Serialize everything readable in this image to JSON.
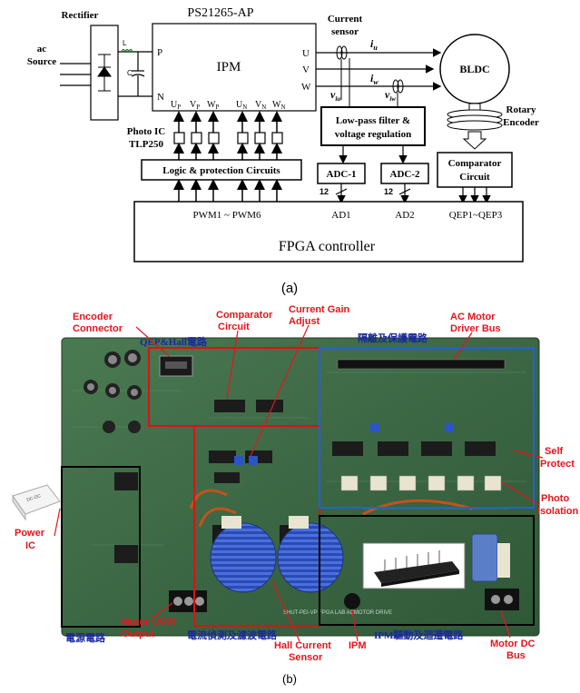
{
  "diagram_a": {
    "caption": "(a)",
    "rectifier_label": "Rectifier",
    "ac_label_1": "ac",
    "ac_label_2": "Source",
    "inductor_label": "L",
    "capacitor_label": "C",
    "ipm_model": "PS21265-AP",
    "ipm_label": "IPM",
    "pin_p": "P",
    "pin_n": "N",
    "pin_u": "U",
    "pin_v": "V",
    "pin_w": "W",
    "gate_pins": [
      "U",
      "V",
      "W",
      "U",
      "V",
      "W"
    ],
    "gate_subs": [
      "P",
      "P",
      "P",
      "N",
      "N",
      "N"
    ],
    "current_sensor_1": "Current",
    "current_sensor_2": "sensor",
    "iu": "i",
    "iu_sub": "u",
    "iw": "i",
    "iw_sub": "w",
    "viu": "v",
    "viu_sub": "iu",
    "viw": "v",
    "viw_sub": "iw",
    "motor_label": "BLDC",
    "rotary_1": "Rotary",
    "rotary_2": "Encoder",
    "photo_ic_1": "Photo IC",
    "photo_ic_2": "TLP250",
    "logic_label": "Logic & protection Circuits",
    "lpf_1": "Low-pass filter &",
    "lpf_2": "voltage regulation",
    "adc1": "ADC-1",
    "adc2": "ADC-2",
    "comparator_1": "Comparator",
    "comparator_2": "Circuit",
    "bits_1": "12",
    "bits_2": "12",
    "pwm_label": "PWM1 ~ PWM6",
    "ad1_label": "AD1",
    "ad2_label": "AD2",
    "qep_label": "QEP1~QEP3",
    "fpga_label": "FPGA controller"
  },
  "photo_b": {
    "caption": "(b)",
    "labels": {
      "encoder_1": "Encoder",
      "encoder_2": "Connector",
      "qep_hall": "QEP&Hall電路",
      "comparator_1": "Comparator",
      "comparator_2": "Circuit",
      "gain_1": "Current Gain",
      "gain_2": "Adjust",
      "isolation_protect": "隔離及保護電路",
      "ac_bus_1": "AC Motor",
      "ac_bus_2": "Driver Bus",
      "self_1": "Self",
      "self_2": "Protect",
      "photo_1": "Photo",
      "photo_2": "Isolation",
      "power_ic_1": "Power",
      "power_ic_2": "IC",
      "power_circuit": "電源電路",
      "uvw_1": "Motor UVW",
      "uvw_2": "Output",
      "current_filter": "電流偵測及濾波電路",
      "hall_1": "Hall Current",
      "hall_2": "Sensor",
      "ipm": "IPM",
      "ipm_drive": "IPM驅動及迴遷電路",
      "dc_1": "Motor DC",
      "dc_2": "Bus",
      "board_silk": "SHUT-PEI-VP FPGA LAB ACMOTOR DRIVE"
    },
    "colors": {
      "red_label": "#e8141c",
      "blue_label": "#1a2a9c",
      "red_box": "#e01010",
      "blue_box": "#2060e0",
      "black_box": "#000000",
      "board_green": "#3f6b46"
    }
  }
}
